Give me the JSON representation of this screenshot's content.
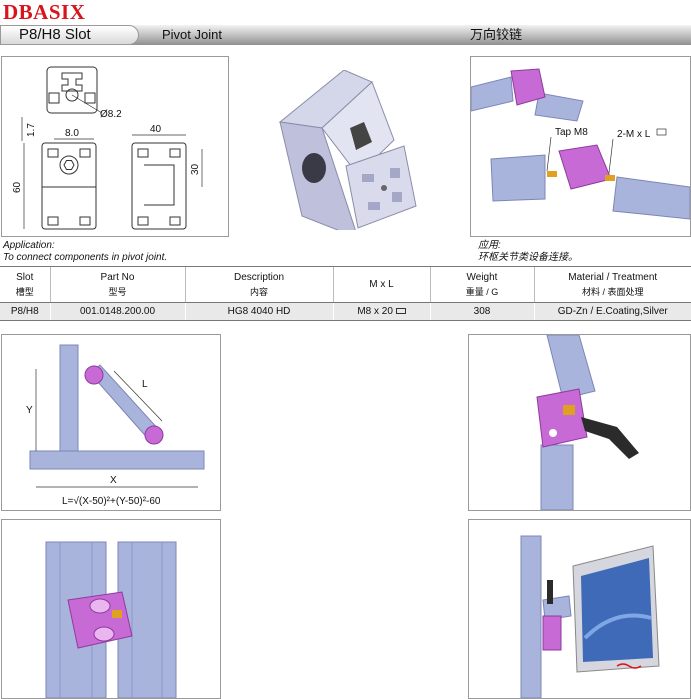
{
  "brand": "DBASIX",
  "header": {
    "slot": "P8/H8 Slot",
    "product_name": "Pivot Joint",
    "product_name_cn": "万向铰链"
  },
  "drawing": {
    "diameter": "Ø8.2",
    "dim_1_7": "1.7",
    "dim_8_0": "8.0",
    "dim_40": "40",
    "dim_30": "30",
    "dim_60": "60"
  },
  "callouts": {
    "tap": "Tap M8",
    "screw": "2-M x L"
  },
  "application": {
    "title": "Application:",
    "text": "To connect components in pivot joint.",
    "title_cn": "应用:",
    "text_cn": "环枢关节类设备连接。"
  },
  "table": {
    "headers": [
      {
        "en": "Slot",
        "cn": "槽型"
      },
      {
        "en": "Part No",
        "cn": "型号"
      },
      {
        "en": "Description",
        "cn": "内容"
      },
      {
        "en": "M x L",
        "cn": ""
      },
      {
        "en": "Weight",
        "cn": "重量 / G"
      },
      {
        "en": "Material / Treatment",
        "cn": "材料 / 表面处理"
      }
    ],
    "row": {
      "slot": "P8/H8",
      "part_no": "001.0148.200.00",
      "description": "HG8 4040 HD",
      "mxl": "M8 x 20",
      "weight": "308",
      "material": "GD-Zn / E.Coating,Silver"
    }
  },
  "diagram": {
    "y_label": "Y",
    "x_label": "X",
    "l_label": "L",
    "formula": "L=√(X-50)²+(Y-50)²-60"
  },
  "colors": {
    "brand": "#d8141c",
    "profile": "#a9b4dc",
    "joint_purple": "#c86ad6",
    "joint_gray": "#c9cbe0"
  }
}
